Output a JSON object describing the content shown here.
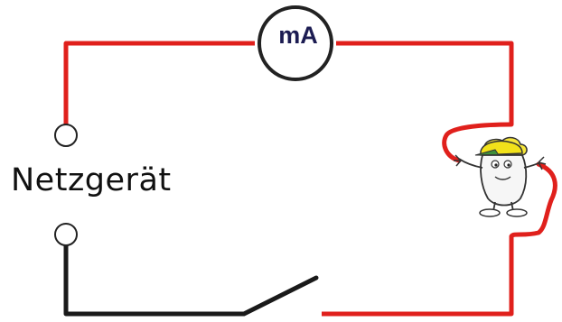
{
  "diagram": {
    "power_supply_label": "Netzgerät",
    "ammeter_label": "mA",
    "colors": {
      "wire_live": "#e0201c",
      "wire_off": "#1a1a1a",
      "terminal_fill": "#ffffff",
      "terminal_stroke": "#222222",
      "meter_ring": "#222222",
      "meter_text": "#1c1c52",
      "cap_yellow": "#f2e21a",
      "cap_green": "#3f8f3a",
      "hair_yellow": "#f6e63a"
    },
    "components": [
      "power-supply-terminal-top",
      "power-supply-terminal-bottom",
      "milliammeter",
      "open-switch",
      "cartoon-figure-element"
    ]
  }
}
